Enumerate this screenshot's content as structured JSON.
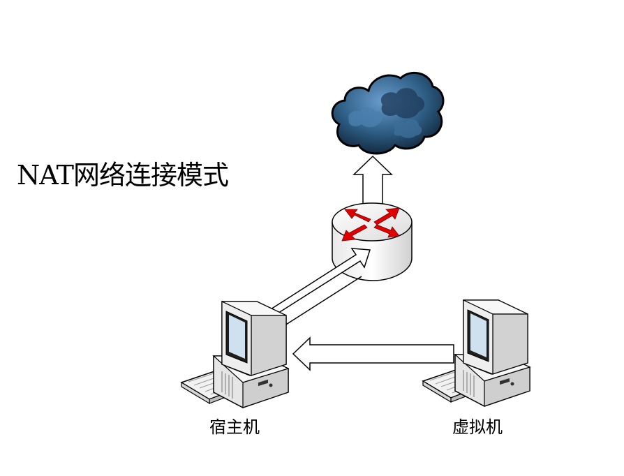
{
  "diagram": {
    "title": "NAT网络连接模式",
    "nodes": {
      "internet": {
        "icon": "cloud-icon"
      },
      "router": {
        "icon": "router-icon"
      },
      "host": {
        "icon": "desktop-computer-icon",
        "label": "宿主机"
      },
      "vm": {
        "icon": "desktop-computer-icon",
        "label": "虚拟机"
      }
    },
    "edges": [
      {
        "from": "router",
        "to": "internet",
        "style": "hollow-arrow"
      },
      {
        "from": "host",
        "to": "router",
        "style": "hollow-arrow"
      },
      {
        "from": "vm",
        "to": "host",
        "style": "hollow-arrow"
      }
    ],
    "colors": {
      "cloud": "#2f5f86",
      "router_arrows": "#e00000",
      "outline": "#000000"
    }
  }
}
